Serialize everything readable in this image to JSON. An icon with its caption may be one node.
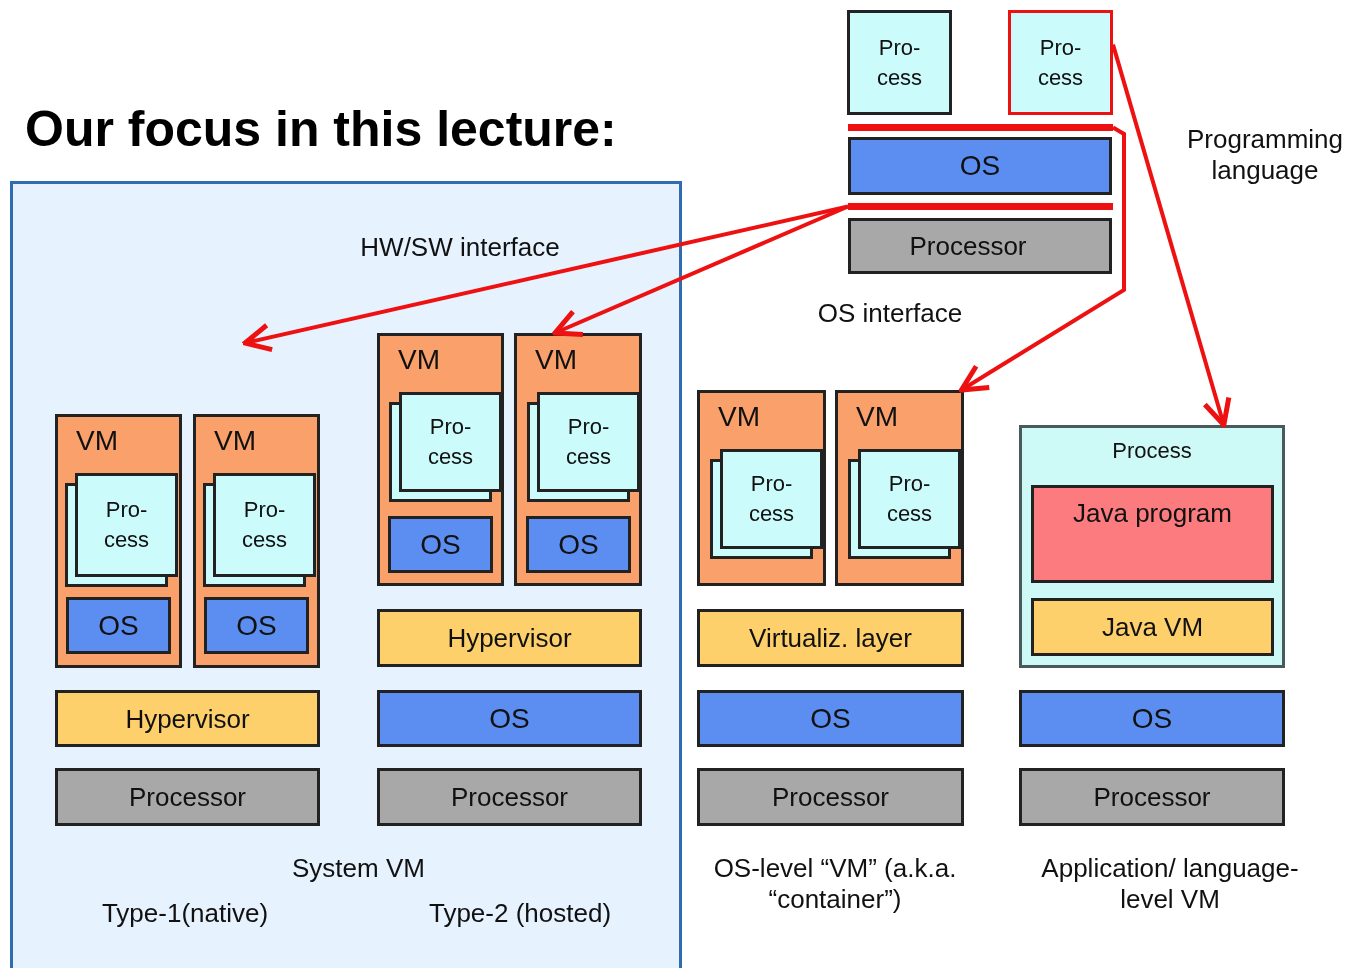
{
  "diagram": {
    "title": "Our focus in this lecture:",
    "nodes": [
      {
        "text": [
          "Pro- cess"
        ]
      },
      {
        "text": [
          "Pro- cess"
        ]
      },
      {
        "text": [],
        "shape": "bar"
      },
      {
        "text": [
          "OS"
        ]
      },
      {
        "text": [],
        "shape": "bar"
      },
      {
        "text": [
          "Processor"
        ]
      },
      {
        "text": [
          "System VM"
        ]
      },
      {
        "text": [
          "VM"
        ],
        "in": 6
      },
      {
        "text": [
          "Pro- cess"
        ],
        "in": 7
      },
      {
        "text": [
          "OS"
        ],
        "in": 7
      },
      {
        "text": [
          "VM"
        ],
        "in": 6
      },
      {
        "text": [
          "Pro- cess"
        ],
        "in": 10
      },
      {
        "text": [
          "OS"
        ],
        "in": 10
      },
      {
        "text": [
          "Hypervisor"
        ],
        "in": 6
      },
      {
        "text": [
          "Processor"
        ],
        "in": 6
      },
      {
        "text": [
          "VM"
        ],
        "in": 6
      },
      {
        "text": [
          "Pro- cess"
        ],
        "in": 15
      },
      {
        "text": [
          "OS"
        ],
        "in": 15
      },
      {
        "text": [
          "VM"
        ],
        "in": 6
      },
      {
        "text": [
          "Pro- cess"
        ],
        "in": 18
      },
      {
        "text": [
          "OS"
        ],
        "in": 18
      },
      {
        "text": [
          "Hypervisor"
        ],
        "in": 6
      },
      {
        "text": [
          "OS"
        ],
        "in": 6
      },
      {
        "text": [
          "Processor"
        ],
        "in": 6
      },
      {
        "text": [
          "VM"
        ]
      },
      {
        "text": [
          "Pro- cess"
        ],
        "in": 24
      },
      {
        "text": [
          "VM"
        ]
      },
      {
        "text": [
          "Pro- cess"
        ],
        "in": 26
      },
      {
        "text": [
          "Virtualiz. layer"
        ]
      },
      {
        "text": [
          "OS"
        ]
      },
      {
        "text": [
          "Processor"
        ]
      },
      {
        "text": [
          "Process"
        ]
      },
      {
        "text": [
          "Java program"
        ],
        "in": 31
      },
      {
        "text": [
          "Java VM"
        ],
        "in": 31
      },
      {
        "text": [
          "OS"
        ]
      },
      {
        "text": [
          "Processor"
        ]
      }
    ],
    "edges": [
      {
        "from": 4,
        "to": null,
        "arrow": "to",
        "color": "#ee1111"
      },
      {
        "from": 4,
        "to": 18,
        "arrow": "to",
        "color": "#ee1111"
      },
      {
        "from": 2,
        "to": 26,
        "arrow": "to",
        "color": "#ee1111"
      },
      {
        "from": 1,
        "to": 31,
        "arrow": "to",
        "color": "#ee1111"
      }
    ],
    "labels": [
      "HW/SW interface",
      "OS interface",
      "Programming language",
      "Type-1(native)",
      "Type-2 (hosted)",
      "OS-level “VM” (a.k.a. “container”)",
      "Application/ language-level VM"
    ]
  }
}
